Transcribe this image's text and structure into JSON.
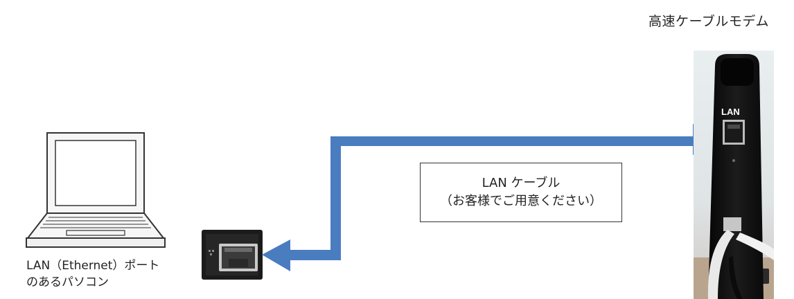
{
  "modem": {
    "title": "高速ケーブルモデム",
    "port_label": "LAN"
  },
  "laptop": {
    "label_line1": "LAN（Ethernet）ポート",
    "label_line2": "のあるパソコン"
  },
  "cable": {
    "name": "LAN ケーブル",
    "note": "（お客様でご用意ください）"
  },
  "colors": {
    "cable": "#4a7cc0",
    "modem_body": "#141414",
    "laptop_line": "#333333"
  }
}
